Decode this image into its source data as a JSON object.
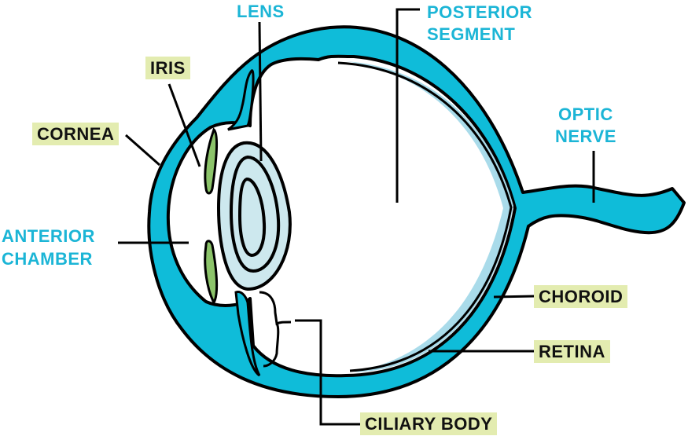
{
  "title": "Eye anatomy diagram",
  "colors": {
    "sclera": "#0fbcd9",
    "lens": "#cde8ee",
    "retina": "#a9dbea",
    "iris": "#8cc46a",
    "highlight": "#e3ecb0",
    "label_cyan": "#1bb5d6"
  },
  "labels": {
    "lens": "LENS",
    "posterior_segment": [
      "POSTERIOR",
      "SEGMENT"
    ],
    "iris": "IRIS",
    "cornea": "CORNEA",
    "optic_nerve": [
      "OPTIC",
      "NERVE"
    ],
    "anterior_chamber": [
      "ANTERIOR",
      "CHAMBER"
    ],
    "choroid": "CHOROID",
    "retina": "RETINA",
    "ciliary_body": "CILIARY BODY"
  }
}
